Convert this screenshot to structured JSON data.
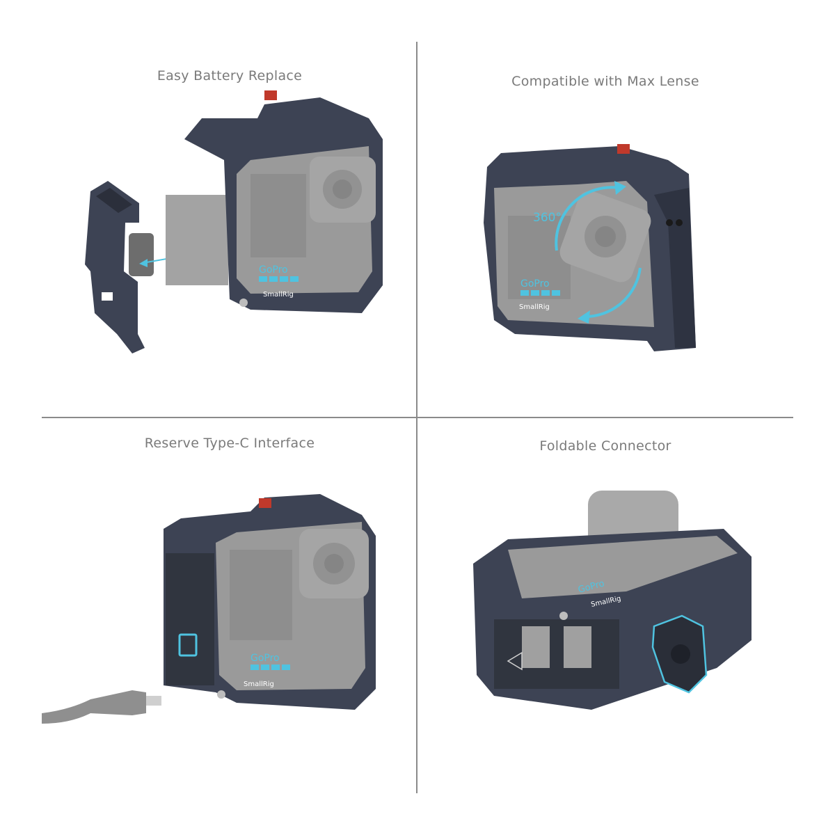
{
  "panels": [
    {
      "id": "battery",
      "title": "Easy Battery Replace",
      "product": {
        "brand_on_cage": "SmallRig",
        "camera_logo": "GoPro"
      }
    },
    {
      "id": "max-lens",
      "title": "Compatible with Max Lense",
      "product": {
        "brand_on_cage": "SmallRig",
        "camera_logo": "GoPro",
        "rotation_label": "360°"
      }
    },
    {
      "id": "type-c",
      "title": "Reserve Type-C Interface",
      "product": {
        "brand_on_cage": "SmallRig",
        "camera_logo": "GoPro"
      }
    },
    {
      "id": "foldable",
      "title": "Foldable Connector",
      "product": {
        "brand_on_cage": "SmallRig",
        "camera_logo": "GoPro"
      }
    }
  ],
  "colors": {
    "cage": "#3d4354",
    "cage_highlight": "#5a6175",
    "camera_body": "#9a9a9a",
    "accent_cyan": "#4fc3e0",
    "quick_release_red": "#c0392b",
    "title_text": "#7a7a7a",
    "divider": "#8a8a8a"
  }
}
